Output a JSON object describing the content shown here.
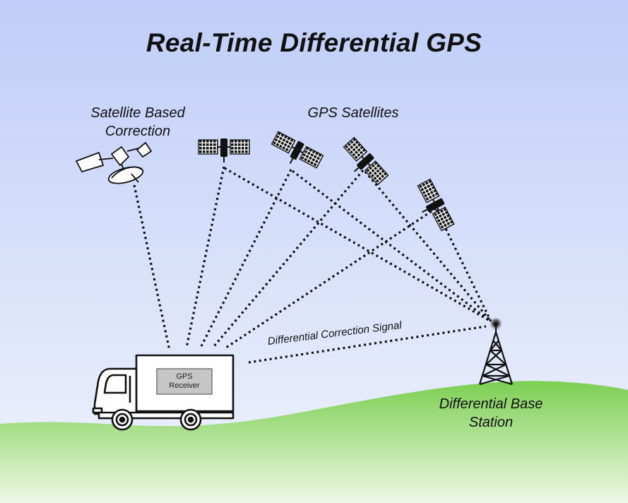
{
  "title": "Real-Time Differential GPS",
  "labels": {
    "satellite_correction": [
      "Satellite Based",
      "Correction"
    ],
    "gps_satellites": "GPS Satellites",
    "correction_signal": "Differential Correction Signal",
    "base_station": [
      "Differential Base",
      "Station"
    ],
    "receiver": [
      "GPS",
      "Receiver"
    ]
  },
  "colors": {
    "sky_top": "#bfcdf8",
    "sky_bottom": "#f0f3fc",
    "ground_top": "#7ccf52",
    "ground_bottom": "#eef8e6",
    "receiver_box": "#c6c6c6",
    "lines": "#111111"
  }
}
